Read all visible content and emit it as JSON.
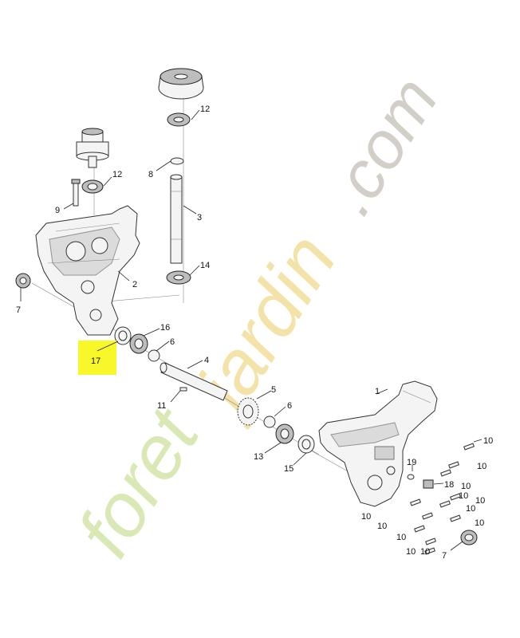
{
  "watermark": {
    "part1": "foret",
    "part2": "jardin",
    "part3": ".com"
  },
  "highlight": {
    "label": "17",
    "color": "#f7f72a"
  },
  "part_labels": {
    "p1": "1",
    "p2": "2",
    "p3": "3",
    "p4": "4",
    "p5": "5",
    "p6a": "6",
    "p6b": "6",
    "p7a": "7",
    "p7b": "7",
    "p8": "8",
    "p9": "9",
    "p10": [
      "10",
      "10",
      "10",
      "10",
      "10",
      "10",
      "10",
      "10",
      "10",
      "10",
      "10",
      "10"
    ],
    "p11": "11",
    "p12a": "12",
    "p12b": "12",
    "p13": "13",
    "p14": "14",
    "p15": "15",
    "p16": "16",
    "p18": "18",
    "p19": "19"
  }
}
